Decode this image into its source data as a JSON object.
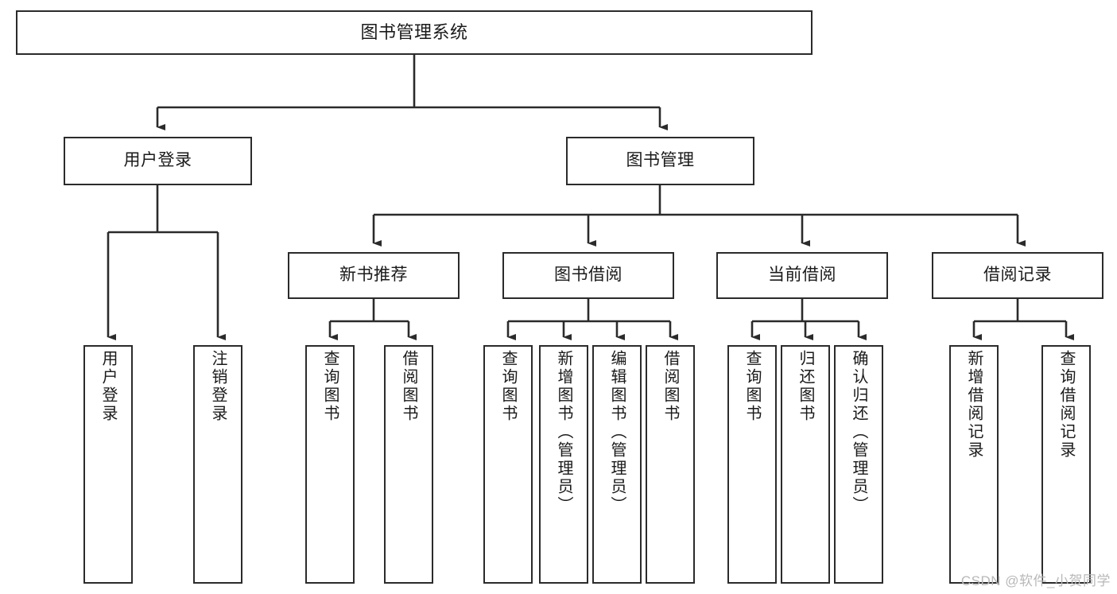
{
  "diagram": {
    "title": "图书管理系统",
    "type": "hierarchical-tree",
    "watermark": "CSDN @软件_小贺同学",
    "colors": {
      "node_border": "#2b2b2b",
      "node_fill": "#ffffff",
      "text": "#1a1a1a",
      "link": "#2b2b2b",
      "watermark": "#b8b8b8",
      "background": "#ffffff"
    }
  },
  "nodes": {
    "root": {
      "label": "图书管理系统",
      "level": 0
    },
    "level1": [
      {
        "id": "user-login",
        "label": "用户登录"
      },
      {
        "id": "book-management",
        "label": "图书管理"
      }
    ],
    "level2": [
      {
        "id": "new-book-recommend",
        "label": "新书推荐",
        "parent": "book-management"
      },
      {
        "id": "book-borrow",
        "label": "图书借阅",
        "parent": "book-management"
      },
      {
        "id": "current-borrow",
        "label": "当前借阅",
        "parent": "book-management"
      },
      {
        "id": "borrow-record",
        "label": "借阅记录",
        "parent": "book-management"
      }
    ],
    "leaves": {
      "user-login": [
        {
          "id": "leaf-user-login",
          "label": "用户登录"
        },
        {
          "id": "leaf-logout-login",
          "label": "注销登录"
        }
      ],
      "new-book-recommend": [
        {
          "id": "leaf-query-book-1",
          "label": "查询图书"
        },
        {
          "id": "leaf-borrow-book-1",
          "label": "借阅图书"
        }
      ],
      "book-borrow": [
        {
          "id": "leaf-query-book-2",
          "label": "查询图书"
        },
        {
          "id": "leaf-add-book",
          "label": "新增图书（管理员）"
        },
        {
          "id": "leaf-edit-book",
          "label": "编辑图书（管理员）"
        },
        {
          "id": "leaf-borrow-book-2",
          "label": "借阅图书"
        }
      ],
      "current-borrow": [
        {
          "id": "leaf-query-book-3",
          "label": "查询图书"
        },
        {
          "id": "leaf-return-book",
          "label": "归还图书"
        },
        {
          "id": "leaf-confirm-return",
          "label": "确认归还（管理员）"
        }
      ],
      "borrow-record": [
        {
          "id": "leaf-add-record",
          "label": "新增借阅记录"
        },
        {
          "id": "leaf-query-record",
          "label": "查询借阅记录"
        }
      ]
    }
  }
}
